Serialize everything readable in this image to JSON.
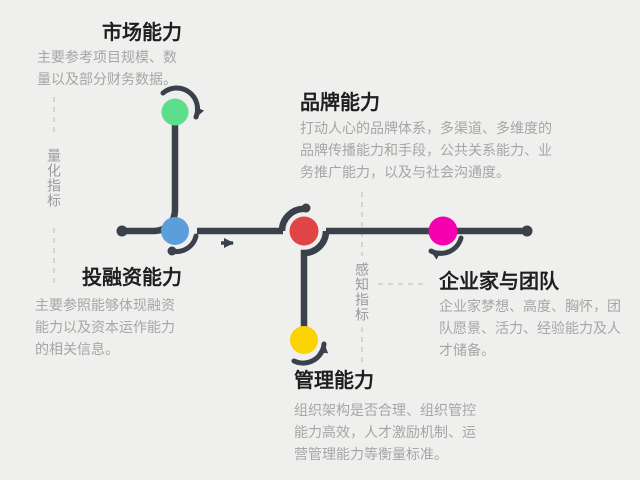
{
  "palette": {
    "background": "#efefee",
    "line": "#3a414b",
    "dash": "#c4c4c4",
    "title_text": "#1f1f1f",
    "body_text": "#a6a6a6",
    "label_text": "#9b9b9b"
  },
  "axis_labels": {
    "left": "量化指标",
    "right": "感知指标"
  },
  "nodes": {
    "market": {
      "title": "市场能力",
      "color": "#5cde8c",
      "lines": [
        "主要参考项目规模、数",
        "量以及部分财务数据。"
      ]
    },
    "investment": {
      "title": "投融资能力",
      "color": "#5b9edb",
      "lines": [
        "主要参照能够体现融资",
        "能力以及资本运作能力",
        "的相关信息。"
      ]
    },
    "brand": {
      "title": "品牌能力",
      "color": "#e04545",
      "lines": [
        "打动人心的品牌体系，多渠道、多维度的",
        "品牌传播能力和手段，公共关系能力、业",
        "务推广能力，以及与社会沟通度。"
      ]
    },
    "management": {
      "title": "管理能力",
      "color": "#fbd303",
      "lines": [
        "组织架构是否合理、组织管控",
        "能力高效，人才激励机制、运",
        "营管理能力等衡量标准。"
      ]
    },
    "team": {
      "title": "企业家与团队",
      "color": "#f500ae",
      "lines": [
        "企业家梦想、高度、胸怀，团",
        "队愿景、活力、经验能力及人",
        "才储备。"
      ]
    }
  }
}
